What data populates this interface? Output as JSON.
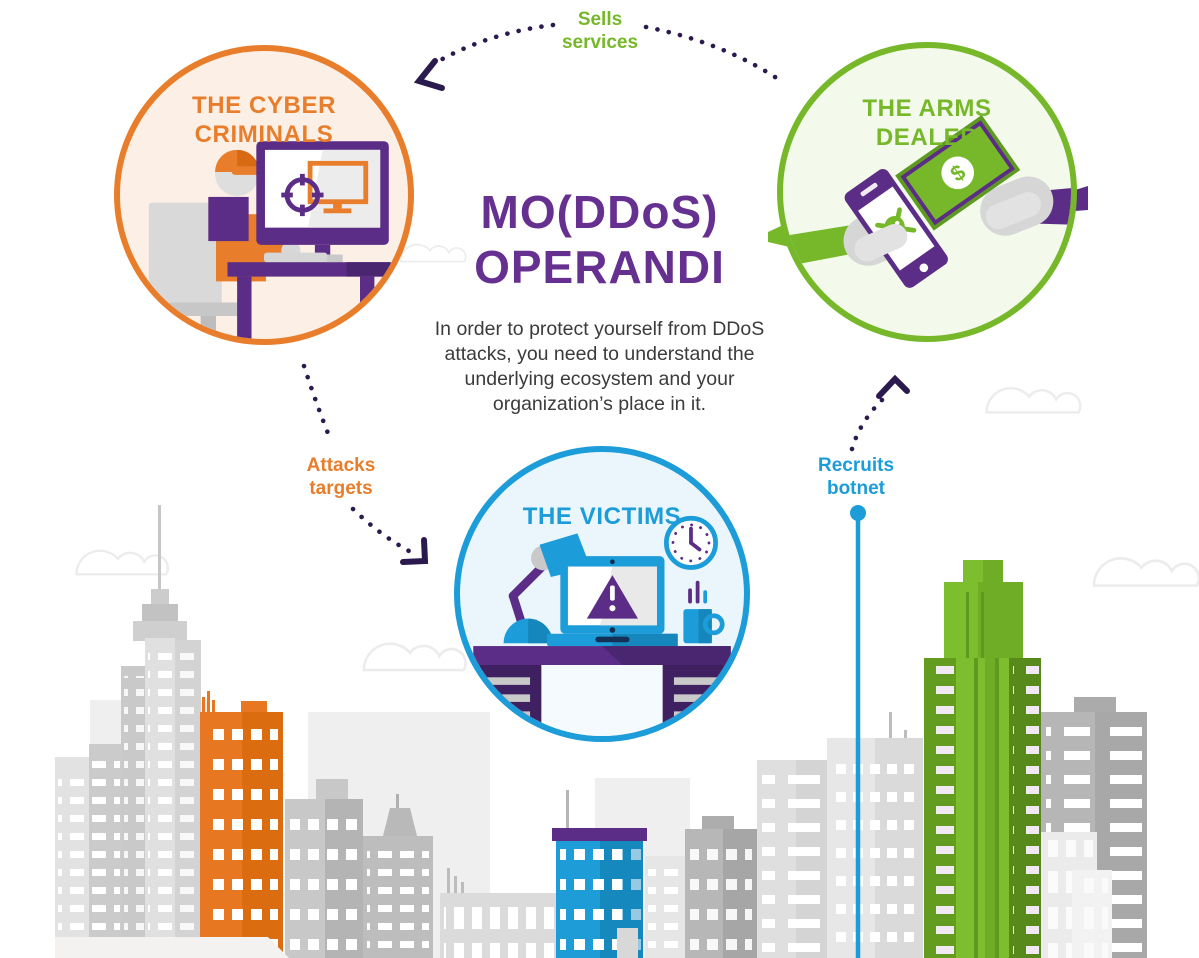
{
  "theme": {
    "orange": "#E87E2B",
    "green": "#76B82A",
    "blue": "#1C9CD8",
    "purple": "#65308F",
    "ink": "#2B1A4E",
    "text": "#3B3B3B"
  },
  "header": {
    "title_line1": "MO(DDoS)",
    "title_line2": "OPERANDI",
    "intro": "In order to protect yourself from DDoS attacks, you need to understand the underlying ecosystem and your organization’s place in it."
  },
  "nodes": {
    "cyber_criminals": {
      "label_line1": "THE CYBER",
      "label_line2": "CRIMINALS",
      "icon": "hacker-at-computer",
      "color": "#E87E2B"
    },
    "arms_dealer": {
      "label_line1": "THE ARMS",
      "label_line2": "DEALER",
      "icon": "malware-for-money-exchange",
      "color": "#76B82A"
    },
    "victims": {
      "label": "THE VICTIMS",
      "icon": "workstation-under-attack",
      "color": "#1C9CD8"
    }
  },
  "edges": {
    "sells_services": {
      "label_line1": "Sells",
      "label_line2": "services",
      "from": "arms_dealer",
      "to": "cyber_criminals",
      "color": "#76B82A"
    },
    "attacks_targets": {
      "label_line1": "Attacks",
      "label_line2": "targets",
      "from": "cyber_criminals",
      "to": "victims",
      "color": "#E87E2B"
    },
    "recruits_botnet": {
      "label_line1": "Recruits",
      "label_line2": "botnet",
      "from": "victims",
      "to": "arms_dealer",
      "color": "#1C9CD8"
    }
  }
}
